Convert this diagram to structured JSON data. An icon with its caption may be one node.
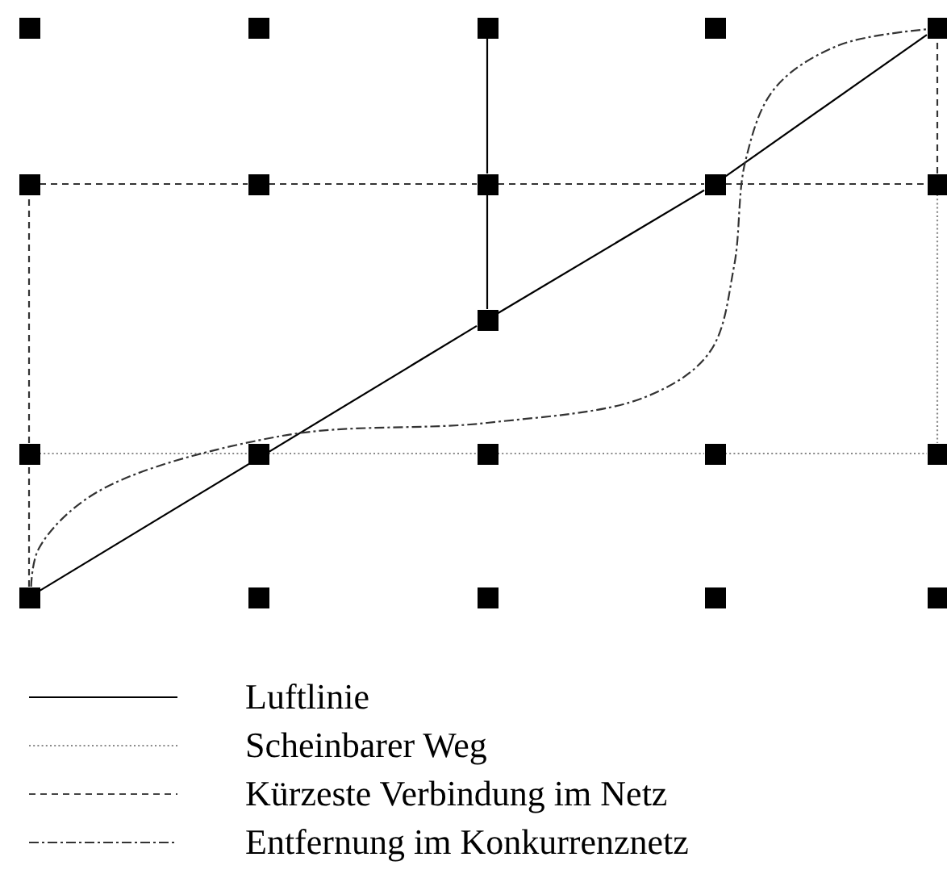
{
  "diagram": {
    "nodes": [
      {
        "text": [],
        "shape": "box"
      },
      {
        "text": [],
        "shape": "box"
      },
      {
        "text": [],
        "shape": "box"
      },
      {
        "text": [],
        "shape": "box"
      },
      {
        "text": [],
        "shape": "box"
      },
      {
        "text": [],
        "shape": "box"
      },
      {
        "text": [],
        "shape": "box"
      },
      {
        "text": [],
        "shape": "box"
      },
      {
        "text": [],
        "shape": "box"
      },
      {
        "text": [],
        "shape": "box"
      },
      {
        "text": [],
        "shape": "box"
      },
      {
        "text": [],
        "shape": "box"
      },
      {
        "text": [],
        "shape": "box"
      },
      {
        "text": [],
        "shape": "box"
      },
      {
        "text": [],
        "shape": "box"
      },
      {
        "text": [],
        "shape": "box"
      },
      {
        "text": [],
        "shape": "box"
      },
      {
        "text": [],
        "shape": "box"
      },
      {
        "text": [],
        "shape": "box"
      },
      {
        "text": [],
        "shape": "box"
      },
      {
        "text": [],
        "shape": "box"
      }
    ],
    "edges": [
      {
        "from": 16,
        "to": 10,
        "arrow": "none"
      },
      {
        "from": 10,
        "to": 8,
        "arrow": "none"
      },
      {
        "from": 8,
        "to": 4,
        "arrow": "none"
      },
      {
        "from": 2,
        "to": 7,
        "arrow": "none"
      },
      {
        "from": 7,
        "to": 10,
        "arrow": "none"
      },
      {
        "from": 16,
        "to": 11,
        "arrow": "none",
        "style": "dashed"
      },
      {
        "from": 11,
        "to": 5,
        "arrow": "none",
        "style": "dashed"
      },
      {
        "from": 5,
        "to": 6,
        "arrow": "none",
        "style": "dashed"
      },
      {
        "from": 6,
        "to": 7,
        "arrow": "none",
        "style": "dashed"
      },
      {
        "from": 7,
        "to": 8,
        "arrow": "none",
        "style": "dashed"
      },
      {
        "from": 8,
        "to": 9,
        "arrow": "none",
        "style": "dashed"
      },
      {
        "from": 9,
        "to": 4,
        "arrow": "none",
        "style": "dashed"
      },
      {
        "from": 11,
        "to": 12,
        "arrow": "none",
        "style": "dashed",
        "color": "#888888"
      },
      {
        "from": 12,
        "to": 13,
        "arrow": "none",
        "style": "dashed",
        "color": "#888888"
      },
      {
        "from": 13,
        "to": 14,
        "arrow": "none",
        "style": "dashed",
        "color": "#888888"
      },
      {
        "from": 14,
        "to": 15,
        "arrow": "none",
        "style": "dashed",
        "color": "#888888"
      },
      {
        "from": 9,
        "to": 15,
        "arrow": "none",
        "style": "dashed",
        "color": "#888888"
      },
      {
        "from": 16,
        "to": 4,
        "arrow": "none",
        "style": "dashed"
      }
    ],
    "legend": [
      {
        "text": "Luftlinie"
      },
      {
        "text": "Scheinbarer Weg"
      },
      {
        "text": "Kürzeste Verbindung im Netz"
      },
      {
        "text": "Entfernung im Konkurrenznetz"
      }
    ]
  }
}
